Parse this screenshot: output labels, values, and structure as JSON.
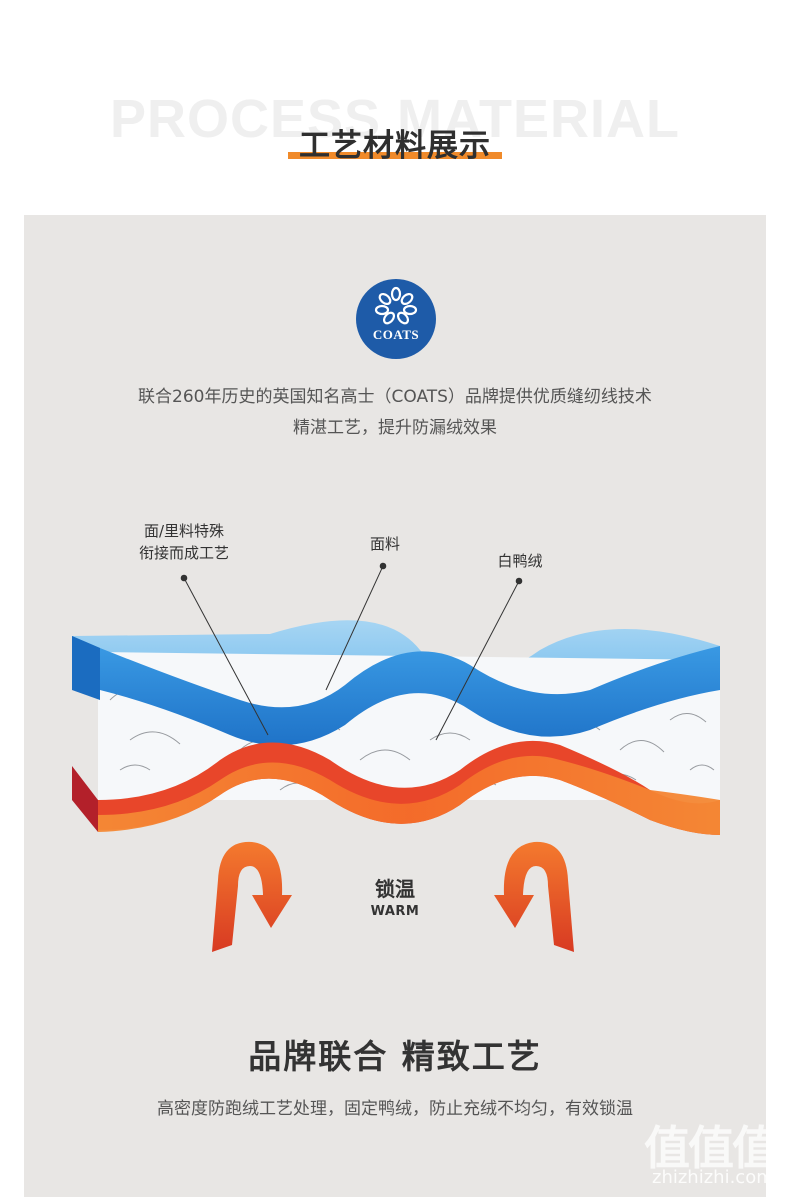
{
  "header": {
    "bg_title": "PROCESS MATERIAL",
    "title": "工艺材料展示"
  },
  "logo": {
    "text": "COATS"
  },
  "intro": {
    "line1": "联合260年历史的英国知名高士（COATS）品牌提供优质缝纫线技术",
    "line2": "精湛工艺，提升防漏绒效果"
  },
  "diagram": {
    "label_seam_line1": "面/里料特殊",
    "label_seam_line2": "衔接而成工艺",
    "label_shell": "面料",
    "label_down": "白鸭绒",
    "warm_cn": "锁温",
    "warm_en": "WARM"
  },
  "slogan": {
    "title": "品牌联合 精致工艺",
    "desc": "高密度防跑绒工艺处理，固定鸭绒，防止充绒不均匀，有效锁温"
  },
  "watermark": {
    "cn": "值值值",
    "en": "zhizhizhi.com"
  },
  "colors": {
    "accent_orange": "#f08a2a",
    "panel_gray": "#e8e6e4",
    "coats_blue": "#1e5ba8",
    "shell_blue": "#2f8fe0",
    "lining_red": "#e8462a",
    "lining_orange": "#f47a2e"
  }
}
